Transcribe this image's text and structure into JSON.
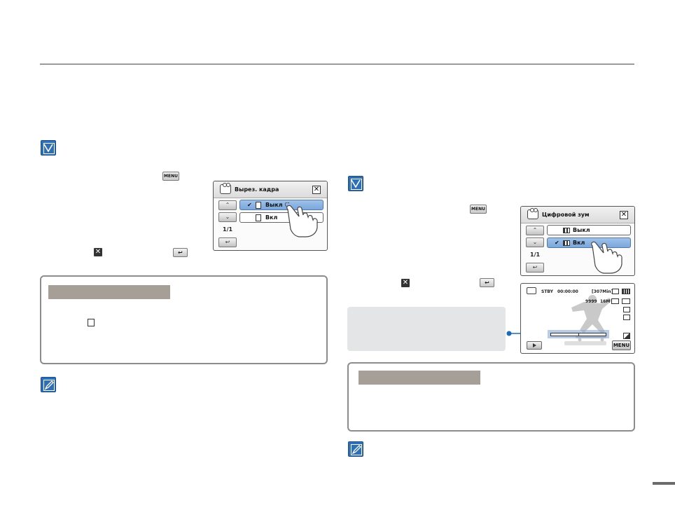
{
  "left_screen": {
    "title": "Вырез. кадра",
    "options": [
      "Выкл",
      "Вкл"
    ],
    "selected_index": 0,
    "page": "1/1"
  },
  "right_screen": {
    "title": "Цифровой зум",
    "options": [
      "Выкл",
      "Вкл"
    ],
    "selected_index": 1,
    "page": "1/1"
  },
  "rec_screen": {
    "status": "STBY",
    "time": "00:00:00",
    "remaining": "[307Min]",
    "count": "9999",
    "resolution": "16M",
    "menu_label": "MENU"
  },
  "keys": {
    "menu": "MENU",
    "close": "✕",
    "back": "↩",
    "up": "⌃",
    "down": "⌄"
  },
  "colors": {
    "accent_blue": "#2f6fb5",
    "callout_bar": "#a59f97",
    "selected_option": "#8fb6e4"
  }
}
